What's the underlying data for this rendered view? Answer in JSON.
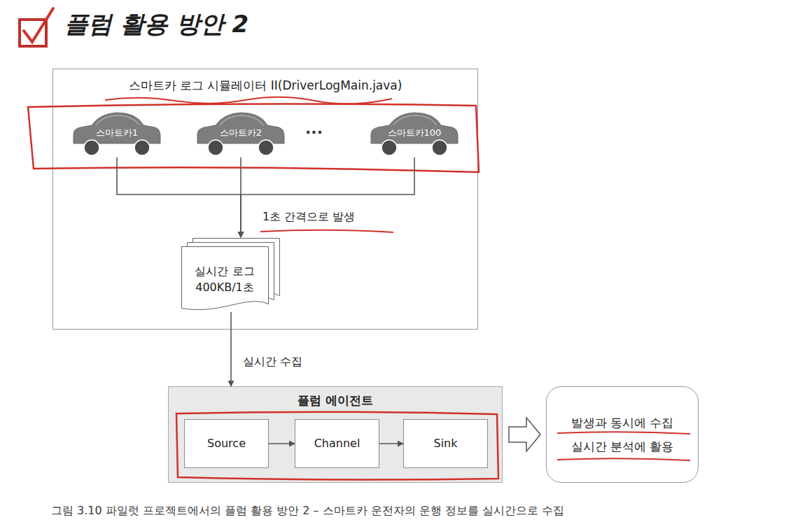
{
  "diagram": {
    "title": "플럼 활용 방안 2",
    "caption": "그림 3.10 파일럿 프로젝트에서의 플럼 활용 방안 2 – 스마트카 운전자의 운행 정보를 실시간으로 수집",
    "nodes": [
      {
        "text": [
          "스마트카 로그 시뮬레이터 II(DriverLogMain.java)"
        ]
      },
      {
        "text": [
          "스마트카1"
        ],
        "in": 0
      },
      {
        "text": [
          "스마트카2"
        ],
        "in": 0
      },
      {
        "text": [
          "스마트카100"
        ],
        "in": 0
      },
      {
        "text": [
          "실시간 로그",
          "400KB/1초"
        ],
        "in": 0
      },
      {
        "text": [
          "플럼 에이전트"
        ]
      },
      {
        "text": [
          "Source"
        ],
        "in": 5
      },
      {
        "text": [
          "Channel"
        ],
        "in": 5
      },
      {
        "text": [
          "Sink"
        ],
        "in": 5
      },
      {
        "text": [
          "발생과 동시에 수집",
          "실시간 분석에 활용"
        ]
      }
    ],
    "edges": [
      {
        "from": 1,
        "to": 4,
        "arrow": "to"
      },
      {
        "from": 2,
        "to": 4,
        "label": "1초 간격으로 발생",
        "arrow": "to"
      },
      {
        "from": 3,
        "to": 4,
        "arrow": "to"
      },
      {
        "from": 4,
        "to": 5,
        "label": "실시간 수집",
        "arrow": "to"
      },
      {
        "from": 6,
        "to": 7,
        "arrow": "to"
      },
      {
        "from": 7,
        "to": 8,
        "arrow": "to"
      },
      {
        "from": 5,
        "to": 9,
        "arrow": "to"
      }
    ],
    "labels": [
      "..."
    ]
  }
}
